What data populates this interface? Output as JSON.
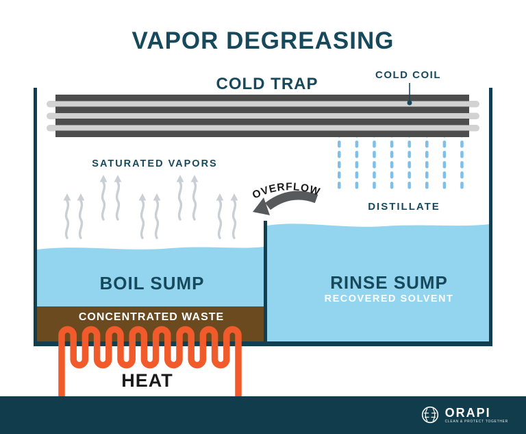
{
  "title": "VAPOR DEGREASING",
  "diagram": {
    "cold_trap_label": "COLD TRAP",
    "cold_coil_label": "COLD COIL",
    "saturated_vapors_label": "SATURATED VAPORS",
    "overflow_label": "OVERFLOW",
    "distillate_label": "DISTILLATE",
    "boil_sump_label": "BOIL SUMP",
    "rinse_sump_label": "RINSE SUMP",
    "recovered_solvent_label": "RECOVERED SOLVENT",
    "concentrated_waste_label": "CONCENTRATED WASTE",
    "heat_label": "HEAT"
  },
  "footer": {
    "brand": "ORAPI",
    "tagline": "CLEAN & PROTECT TOGETHER"
  },
  "colors": {
    "teal_wall": "#123f50",
    "teal_text": "#17495c",
    "footer_bg": "#113c4b",
    "water_blue": "#93d5ee",
    "droplet_blue": "#7fc0ea",
    "coil_dark_gray": "#4d4d4d",
    "coil_light_gray": "#d2d2d3",
    "vapor_arrow_gray": "#c9cfd4",
    "overflow_gray": "#58595b",
    "heat_orange": "#f15b2b",
    "waste_brown": "#6c4a1f"
  }
}
